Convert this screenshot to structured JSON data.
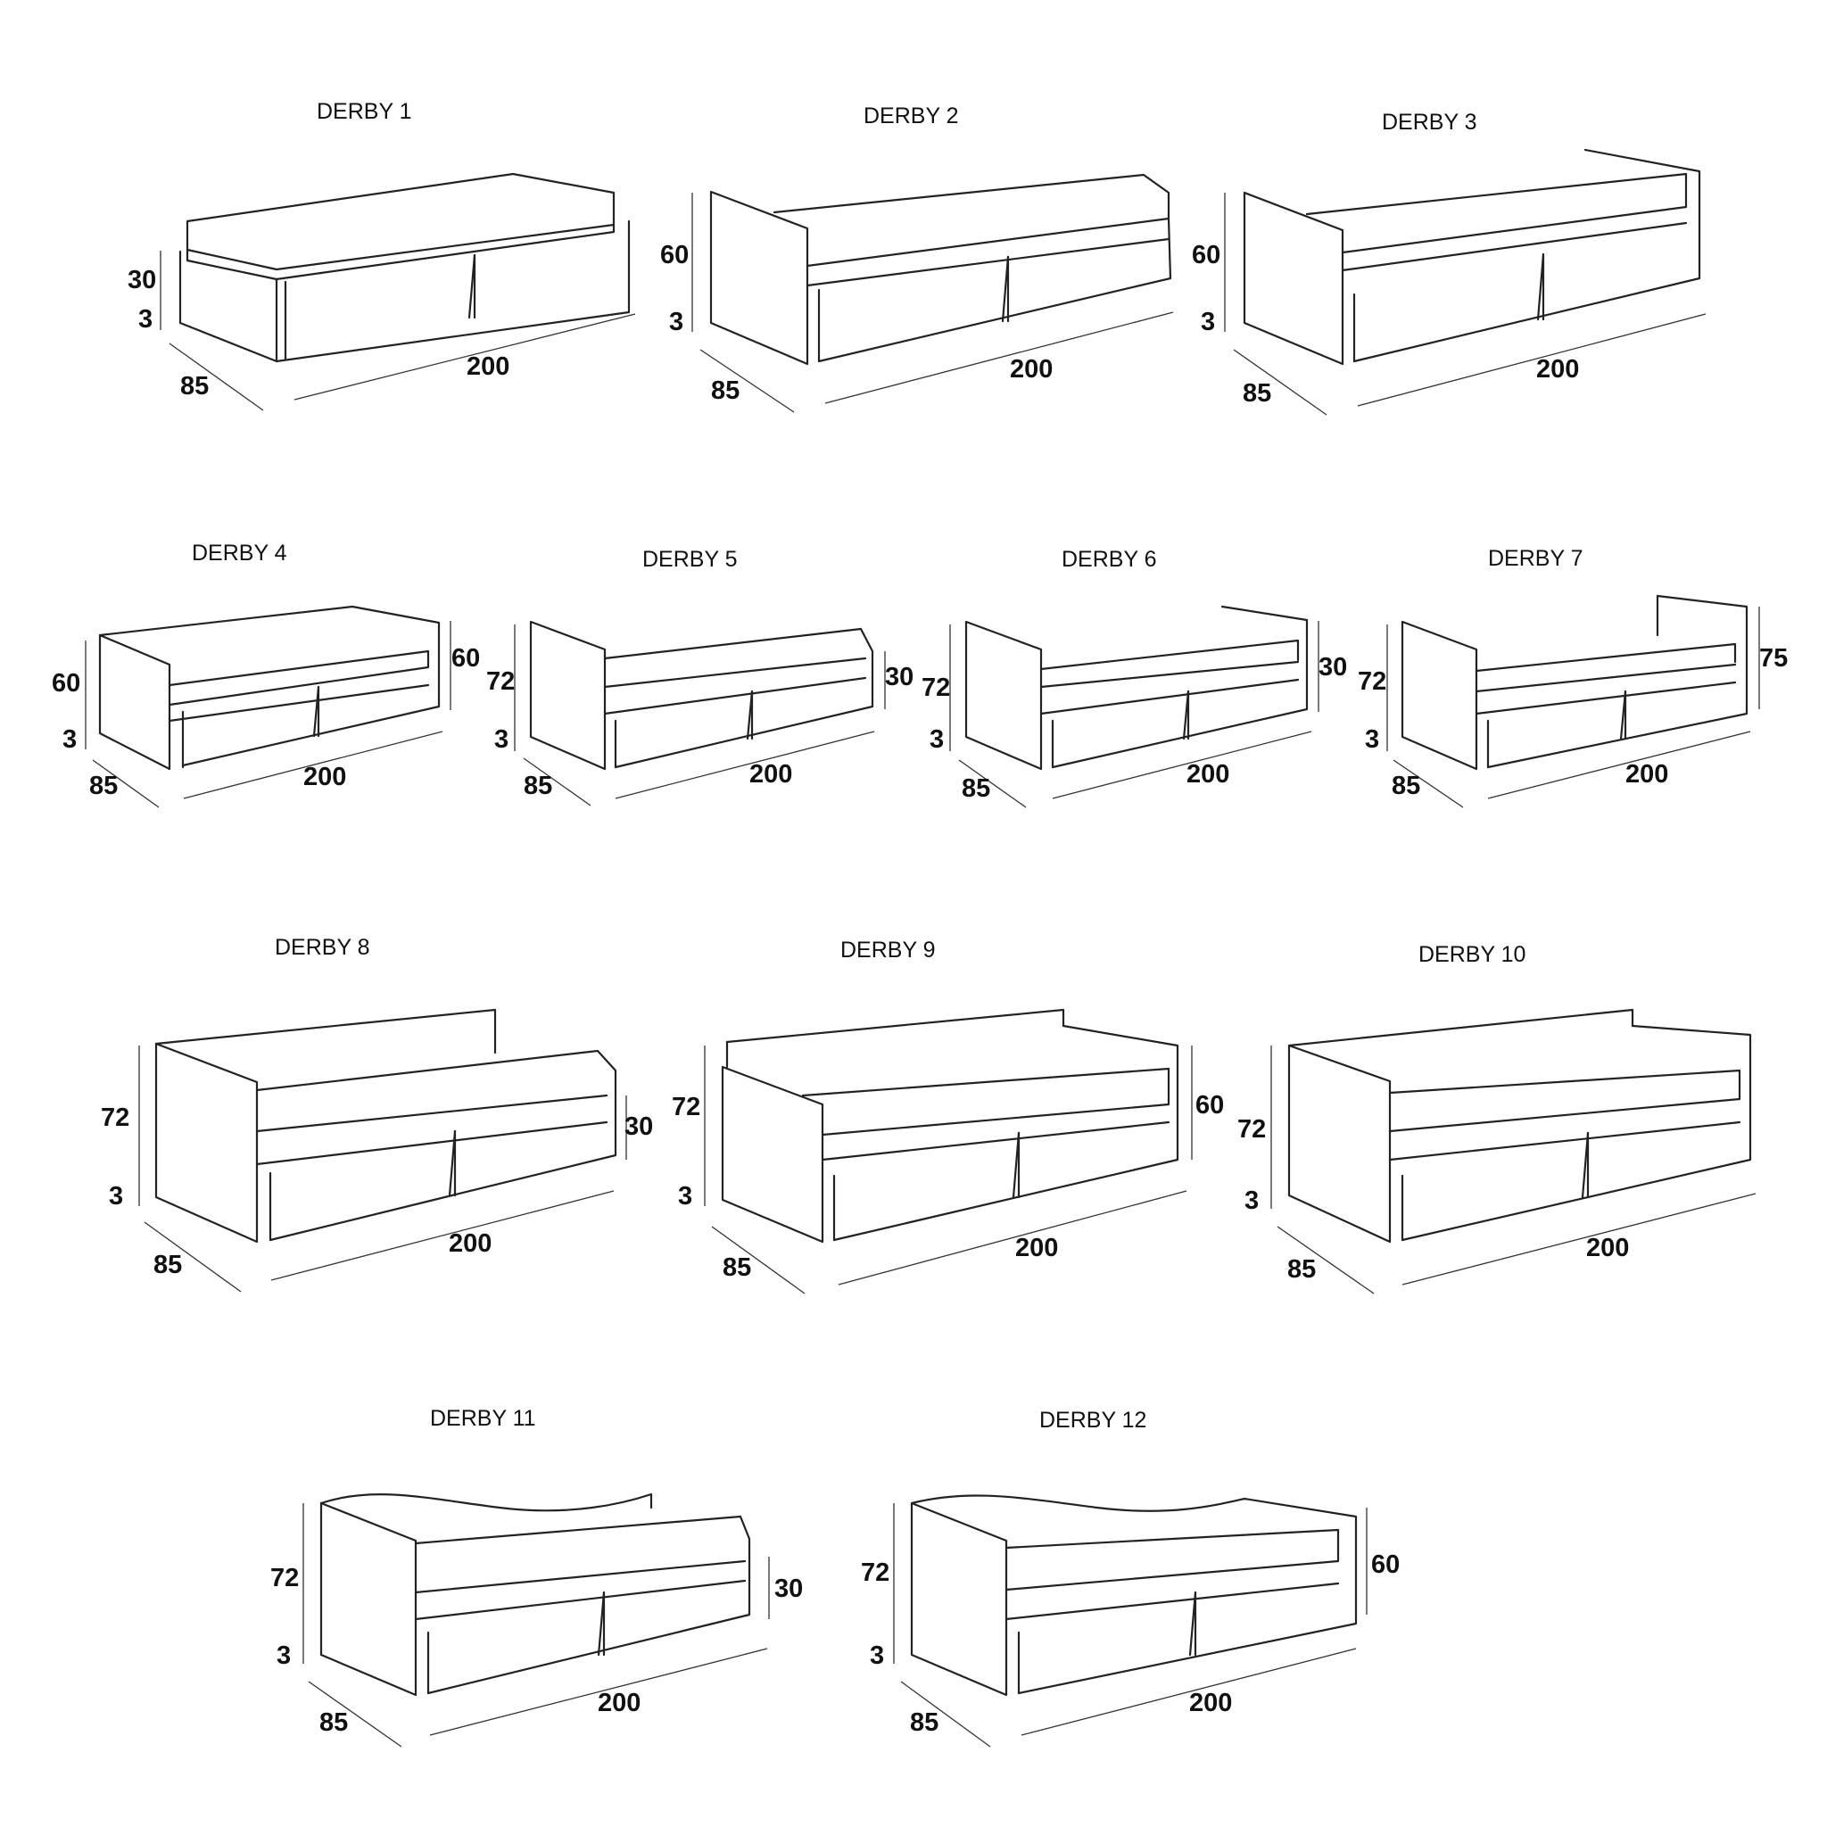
{
  "models": [
    {
      "title": "DERBY 1",
      "dims": {
        "seat_height": "30",
        "leg": "3",
        "depth": "85",
        "length": "200"
      }
    },
    {
      "title": "DERBY 2",
      "dims": {
        "left_height": "60",
        "leg": "3",
        "depth": "85",
        "length": "200"
      }
    },
    {
      "title": "DERBY 3",
      "dims": {
        "left_height": "60",
        "leg": "3",
        "depth": "85",
        "length": "200"
      }
    },
    {
      "title": "DERBY 4",
      "dims": {
        "left_height": "60",
        "right_height": "60",
        "leg": "3",
        "depth": "85",
        "length": "200"
      }
    },
    {
      "title": "DERBY 5",
      "dims": {
        "left_height": "72",
        "right_height": "30",
        "leg": "3",
        "depth": "85",
        "length": "200"
      }
    },
    {
      "title": "DERBY 6",
      "dims": {
        "left_height": "72",
        "right_height": "30",
        "leg": "3",
        "depth": "85",
        "length": "200"
      }
    },
    {
      "title": "DERBY 7",
      "dims": {
        "left_height": "72",
        "right_height": "75",
        "leg": "3",
        "depth": "85",
        "length": "200"
      }
    },
    {
      "title": "DERBY 8",
      "dims": {
        "left_height": "72",
        "right_height": "30",
        "leg": "3",
        "depth": "85",
        "length": "200"
      }
    },
    {
      "title": "DERBY 9",
      "dims": {
        "left_height": "72",
        "right_height": "60",
        "leg": "3",
        "depth": "85",
        "length": "200"
      }
    },
    {
      "title": "DERBY 10",
      "dims": {
        "left_height": "72",
        "leg": "3",
        "depth": "85",
        "length": "200"
      }
    },
    {
      "title": "DERBY 11",
      "dims": {
        "left_height": "72",
        "right_height": "30",
        "leg": "3",
        "depth": "85",
        "length": "200"
      }
    },
    {
      "title": "DERBY 12",
      "dims": {
        "left_height": "72",
        "right_height": "60",
        "leg": "3",
        "depth": "85",
        "length": "200"
      }
    }
  ]
}
